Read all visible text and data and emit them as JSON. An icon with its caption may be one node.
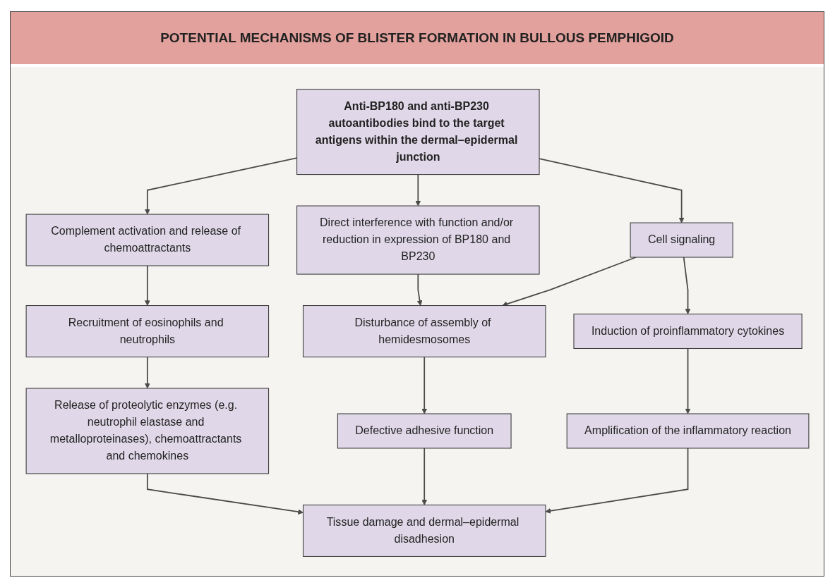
{
  "diagram": {
    "title": "POTENTIAL MECHANISMS OF BLISTER FORMATION IN BULLOUS PEMPHIGOID",
    "nodes": [
      {
        "text": [
          "Anti-BP180 and anti-BP230 autoantibodies bind to the target antigens within the dermal–epidermal junction"
        ]
      },
      {
        "text": [
          "Complement activation and release of chemoattractants"
        ]
      },
      {
        "text": [
          "Direct interference with function and/or reduction in expression of BP180 and BP230"
        ]
      },
      {
        "text": [
          "Cell signaling"
        ]
      },
      {
        "text": [
          "Recruitment of eosinophils and neutrophils"
        ]
      },
      {
        "text": [
          "Disturbance of assembly of hemidesmosomes"
        ]
      },
      {
        "text": [
          "Induction of proinflammatory cytokines"
        ]
      },
      {
        "text": [
          "Release of proteolytic enzymes (e.g. neutrophil elastase and metalloproteinases), chemoattractants and chemokines"
        ]
      },
      {
        "text": [
          "Defective adhesive function"
        ]
      },
      {
        "text": [
          "Amplification of the inflammatory reaction"
        ]
      },
      {
        "text": [
          "Tissue damage and dermal–epidermal disadhesion"
        ]
      }
    ],
    "edges": [
      {
        "from": 0,
        "to": 1,
        "arrow": "to"
      },
      {
        "from": 0,
        "to": 2,
        "arrow": "to"
      },
      {
        "from": 0,
        "to": 3,
        "arrow": "to"
      },
      {
        "from": 1,
        "to": 4,
        "arrow": "to"
      },
      {
        "from": 2,
        "to": 5,
        "arrow": "to"
      },
      {
        "from": 3,
        "to": 5,
        "arrow": "to"
      },
      {
        "from": 3,
        "to": 6,
        "arrow": "to"
      },
      {
        "from": 4,
        "to": 7,
        "arrow": "to"
      },
      {
        "from": 5,
        "to": 8,
        "arrow": "to"
      },
      {
        "from": 6,
        "to": 9,
        "arrow": "to"
      },
      {
        "from": 7,
        "to": 10,
        "arrow": "to"
      },
      {
        "from": 8,
        "to": 10,
        "arrow": "to"
      },
      {
        "from": 9,
        "to": 10,
        "arrow": "to"
      }
    ]
  }
}
